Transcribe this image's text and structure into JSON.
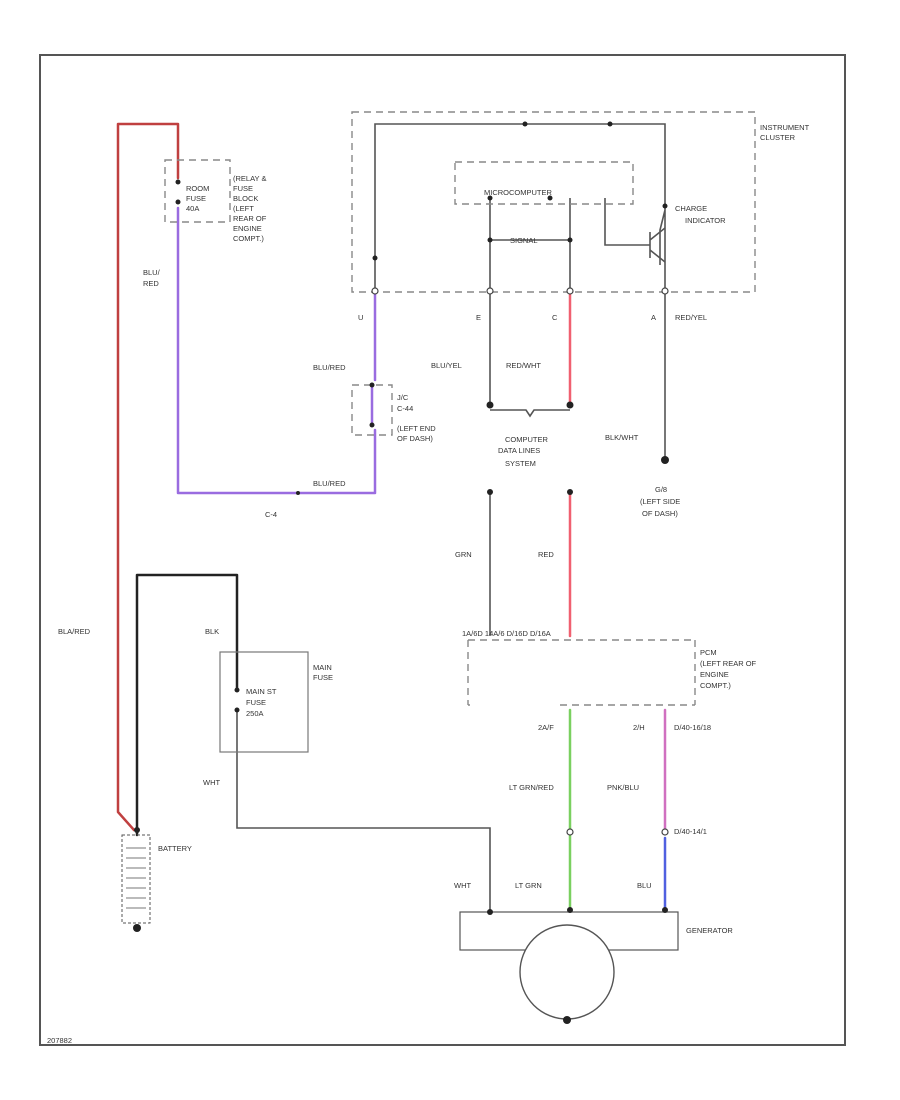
{
  "colors": {
    "background": "#ffffff",
    "border": "#555555",
    "wire_red": "#c04040",
    "wire_blu_red": "#9a6ce0",
    "wire_black": "#222222",
    "wire_gray": "#aaaaaa",
    "wire_red_bright": "#f06070",
    "wire_green": "#7ad060",
    "wire_pink": "#d070c0",
    "wire_blue": "#5060e0"
  },
  "labels": {
    "relay_block": [
      "(RELAY &",
      "FUSE",
      "BLOCK",
      "(LEFT",
      "REAR OF",
      "ENGINE",
      "COMPT.)"
    ],
    "room_fuse": [
      "ROOM",
      "FUSE",
      "40A"
    ],
    "blu_red_left": [
      "BLU/",
      "RED"
    ],
    "bla_red_long": "BLA/RED",
    "instrument_cluster": [
      "INSTRUMENT",
      "CLUSTER"
    ],
    "microcomputer": "MICROCOMPUTER",
    "signal": "SIGNAL",
    "charge_indicator": [
      "CHARGE",
      "INDICATOR"
    ],
    "pin_u": "U",
    "pin_e": "E",
    "pin_c": "C",
    "pin_a": "A",
    "red_yel": "RED/YEL",
    "blu_red_upper": "BLU/RED",
    "jc_connector": [
      "J/C",
      "C-44",
      "(LEFT END",
      "OF DASH)"
    ],
    "blu_yel": "BLU/YEL",
    "red_wht": "RED/WHT",
    "blk_wht": "BLK/WHT",
    "computer_data_lines": [
      "COMPUTER",
      "DATA LINES",
      "SYSTEM"
    ],
    "g_ground": [
      "G/8",
      "(LEFT SIDE",
      "OF DASH)"
    ],
    "blu_red_lower": "BLU/RED",
    "c_connector": "C-4",
    "grn": "GRN",
    "red": "RED",
    "pcm_connector": "1A/6D  14A/6   D/16D  D/16A",
    "pcm": [
      "PCM",
      "(LEFT REAR OF",
      "ENGINE",
      "COMPT.)"
    ],
    "main_fuse_label": [
      "MAIN",
      "FUSE"
    ],
    "blk": "BLK",
    "main_fuse": [
      "MAIN ST",
      "FUSE",
      "250A"
    ],
    "wht_left": "WHT",
    "pin_2a": "2A/F",
    "pin_2b": "2/H",
    "connector_right": "D/40-16/18",
    "lt_grn_red": "LT GRN/RED",
    "pnk_blu": "PNK/BLU",
    "connector_lower": "D/40-14/1",
    "battery": "BATTERY",
    "wht_gen": "WHT",
    "lt_grn": "LT GRN",
    "blu": "BLU",
    "generator": "GENERATOR",
    "figure_id": "207882"
  }
}
